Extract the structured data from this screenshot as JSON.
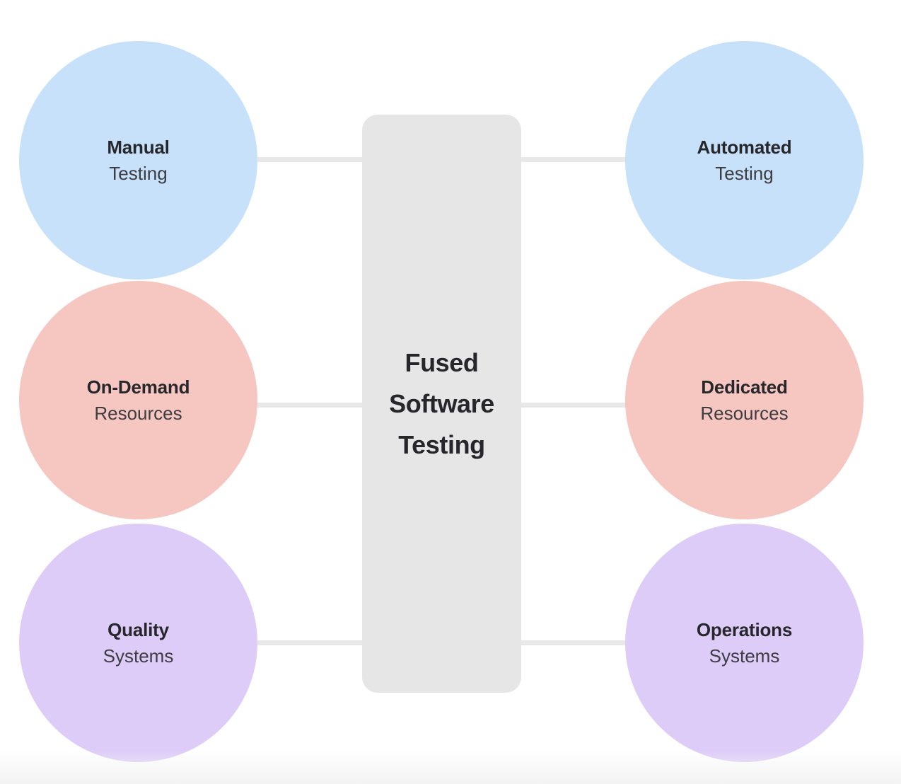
{
  "center": {
    "title": "Fused\nSoftware\nTesting"
  },
  "nodes": [
    {
      "id": "manual-testing",
      "line1": "Manual",
      "line2": "Testing",
      "color": "#c6e1f9"
    },
    {
      "id": "automated-testing",
      "line1": "Automated",
      "line2": "Testing",
      "color": "#c6e1f9"
    },
    {
      "id": "on-demand-resources",
      "line1": "On-Demand",
      "line2": "Resources",
      "color": "#f6c6c1"
    },
    {
      "id": "dedicated-resources",
      "line1": "Dedicated",
      "line2": "Resources",
      "color": "#f6c6c1"
    },
    {
      "id": "quality-systems",
      "line1": "Quality",
      "line2": "Systems",
      "color": "#ddccf8"
    },
    {
      "id": "operations-systems",
      "line1": "Operations",
      "line2": "Systems",
      "color": "#ddccf8"
    }
  ],
  "colors": {
    "circle_blue": "#c6e1f9",
    "circle_pink": "#f6c6c1",
    "circle_purple": "#ddccf8",
    "center_box": "#e6e6e6",
    "connector": "#e8e8e8",
    "text_bold": "#26262b",
    "text_regular": "#3c3c41"
  }
}
